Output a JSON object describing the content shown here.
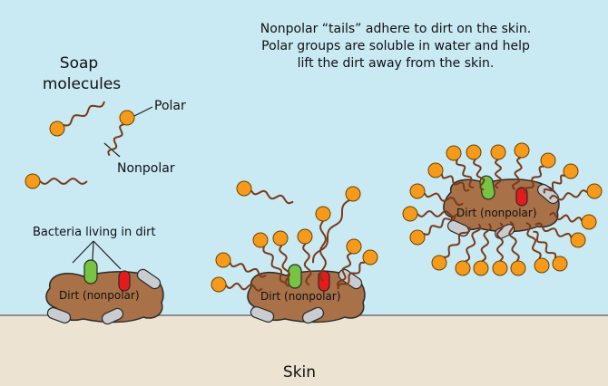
{
  "caption": {
    "line1": "Nonpolar “tails” adhere to dirt on the skin.",
    "line2": "Polar groups are soluble in water and help",
    "line3": "lift the dirt away from the skin."
  },
  "soap_label": {
    "line1": "Soap",
    "line2": "molecules"
  },
  "polar_label": "Polar",
  "nonpolar_label": "Nonpolar",
  "bacteria_label": "Bacteria living in dirt",
  "dirt_label_1": "Dirt (nonpolar)",
  "dirt_label_2": "Dirt (nonpolar)",
  "dirt_label_3": "Dirt (nonpolar)",
  "skin_label": "Skin",
  "colors": {
    "water": "#c9e9f3",
    "skin": "#ede3d2",
    "dirt": "#a87148",
    "head": "#f59a1b",
    "tail": "#7a3b1a",
    "bacteria_green": "#77c443",
    "bacteria_red": "#e51b1b",
    "bacteria_gray": "#c9cdd1"
  }
}
